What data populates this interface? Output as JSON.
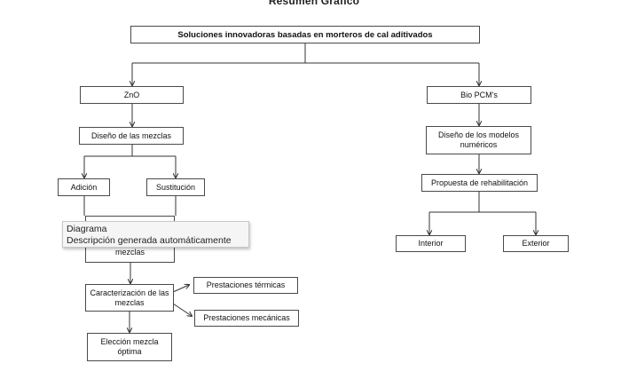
{
  "title_cut": "Resumen Gráfico",
  "nodes": {
    "root": "Soluciones innovadoras basadas en morteros de cal aditivados",
    "zno": "ZnO",
    "bio": "Bio PCM's",
    "diseno_mezclas": "Diseño de las mezclas",
    "adicion": "Adición",
    "sustitucion": "Sustitución",
    "fabricacion": "mezclas",
    "caracterizacion": "Caracterización de las mezclas",
    "prest_termicas": "Prestaciones térmicas",
    "prest_mecanicas": "Prestaciones mecánicas",
    "eleccion": "Elección mezcla óptima",
    "diseno_modelos": "Diseño de los modelos numéricos",
    "propuesta": "Propuesta de rehabilitación",
    "interior": "Interior",
    "exterior": "Exterior"
  },
  "tooltip": {
    "line1": "Diagrama",
    "line2": "Descripción generada automáticamente"
  }
}
